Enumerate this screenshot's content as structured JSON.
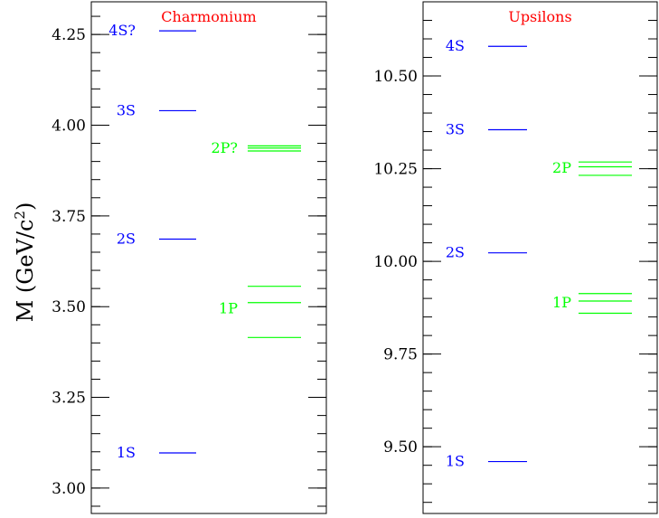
{
  "chart_data": [
    {
      "type": "level-diagram",
      "title": "Charmonium",
      "title_color": "#ff0000",
      "ylabel": "M (GeV/c2)",
      "ylim": [
        2.93,
        4.34
      ],
      "y_ticks": [
        3.0,
        3.25,
        3.5,
        3.75,
        4.0,
        4.25
      ],
      "y_tick_labels": [
        "3.00",
        "3.25",
        "3.50",
        "3.75",
        "4.00",
        "4.25"
      ],
      "minor_tick_step": 0.05,
      "grid": false,
      "columns": [
        {
          "color": "#0000ff",
          "levels": [
            {
              "label": "1S",
              "masses": [
                3.097
              ]
            },
            {
              "label": "2S",
              "masses": [
                3.686
              ]
            },
            {
              "label": "3S",
              "masses": [
                4.04
              ]
            },
            {
              "label": "4S?",
              "masses": [
                4.26
              ]
            }
          ]
        },
        {
          "color": "#00ff00",
          "levels": [
            {
              "label": "1P",
              "masses": [
                3.415,
                3.511,
                3.556
              ]
            },
            {
              "label": "2P?",
              "masses": [
                3.929,
                3.937,
                3.943
              ]
            }
          ]
        }
      ]
    },
    {
      "type": "level-diagram",
      "title": "Upsilons",
      "title_color": "#ff0000",
      "ylabel": "",
      "ylim": [
        9.32,
        10.7
      ],
      "y_ticks": [
        9.5,
        9.75,
        10.0,
        10.25,
        10.5
      ],
      "y_tick_labels": [
        "9.50",
        "9.75",
        "10.00",
        "10.25",
        "10.50"
      ],
      "minor_tick_step": 0.05,
      "grid": false,
      "columns": [
        {
          "color": "#0000ff",
          "levels": [
            {
              "label": "1S",
              "masses": [
                9.46
              ]
            },
            {
              "label": "2S",
              "masses": [
                10.023
              ]
            },
            {
              "label": "3S",
              "masses": [
                10.355
              ]
            },
            {
              "label": "4S",
              "masses": [
                10.58
              ]
            }
          ]
        },
        {
          "color": "#00ff00",
          "levels": [
            {
              "label": "1P",
              "masses": [
                9.86,
                9.893,
                9.913
              ]
            },
            {
              "label": "2P",
              "masses": [
                10.232,
                10.255,
                10.268
              ]
            }
          ]
        }
      ]
    }
  ]
}
